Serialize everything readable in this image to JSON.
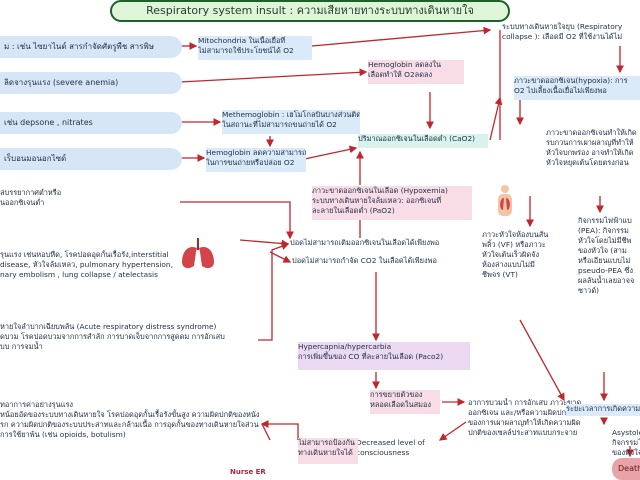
{
  "title": "Respiratory system insult : ความเสียหายทางระบบทางเดินหายใจ",
  "left_pills": [
    "ม : เช่น ไซยาไนด์ สารกำจัดศัตรูพืช สารพิษ",
    "ลิดจางรุนแรง (severe anemia)",
    "เช่น depsone , nitrates",
    "เร็บอนมอนอกไซด์"
  ],
  "left_texts": {
    "low_o2": "ล่บรรยากาศต่ำหรือ\nนออกซิเจนต่ำ",
    "lung_disease": "รุนแรง เช่นหอบหืด, โรคปอดอุดกั้นเรื้อรัง,interstitial\ndisease, หัวใจล้มเหลว, pulmonary hypertension,\nnary embolism , lung collapse / atelectasis",
    "ards": "หายใจลำบากเฉียบพลัน (Acute respiratory distress syndrome)\nดบวม โรคปอดบวมจากการสำลัก การบาดเจ็บจากการสูดดม การอักเสบ\nบบ การจมน้ำ",
    "neuro": "ทอาการค่าอย่างรุนแรง\nหน้อยอัดของระบบทางเดินหายใจ โรคปอดอุดกั้นเรื้อรังขั้นสูง ความผิดปกติของหนัง\nรก ความผิดปกติของระบบประสาทและกล้ามเนื้อ การอุดกั้นของทางเดินหายใจส่วน\nการใช้ยาพ้น (เช่น opioids, botulism)"
  },
  "boxes": {
    "mitochondria": "Mitochondria ในเนื้อเยื่อที่\nไม่สามารถใช้ประโยชน์ได้ O2",
    "hb_low": "Hemoglobin ลดลงใน\nเลือดทำให้ O2ลดลง",
    "methemoglobin": "Methemoglobin : เฮโมโกลบินบางส่วนติดอยู่\nในสถานะที่ไม่สามารถขนถ่ายได้ O2",
    "hb_capacity": "Hemoglobin ลดความสามารถ\nในการขนถ่ายหรือปล่อย O2",
    "cao2": "ปริมาณออกซิเจนในเลือดต่ำ (CaO2)",
    "hypoxemia": "ภาวะขาดออกซิเจนในเลือด (Hypoxemia)\nระบบทางเดินหายใจล้มเหลว: ออกซิเจนที่\nละลายในเลือดต่ำ (PaO2)",
    "cannot_o2": "ปอดไม่สามารถเติมออกซิเจนในเลือดได้เพียงพอ",
    "cannot_co2": "ปอดไม่สามารถกำจัด CO2 ในเลือดได้เพียงพอ",
    "hypercapnia": "Hypercapnia/hypercarbia\nการเพิ่มขึ้นของ CO ที่ละลายในเลือด (Paco2)",
    "vasodilation": "การขยายตัวของ\nหลอดเลือดในสมอง",
    "consciousness": "Decreased level of\nconsciousness",
    "airway": "ไม่สามารถป้องกัน\nทางเดินหายใจได้",
    "brain_edema": "อาการบวมน้ำ การอักเสบ ภาวะขาด\nออกซิเจน และ/หรือความผิดปกติ\nของการเผาผลาญทำให้เกิดความผิด\nปกติของเซลล์ประสาทแบบกระจาย",
    "resp_failure": "ระบบทางเดินหายใจยุบ (Respiratory\ncollapse ): เลือดมี O2 ที่ใช้งานได้ไม่",
    "hypoxia": "ภาวะขาดออกซิเจน(hypoxia): การ\nO2 ไปเลี้ยงเนื้อเยื่อไม่เพียงพอ",
    "myocardial": "ภาวะขาดออกซิเจนทำให้เกิด\nรบกวนการเผาผลาญที่ทำให้\nหัวใจบกพร่อง อาจทำให้เกิด\nหัวใจหยุดเต้นโดยตรงก่อน",
    "vf_vt": "ภาวะหัวใจห้องบนสั่น\nพลิ้ว (VF) หรือภาวะ\nหัวใจเต้นเร็วผิดจัง\nห้องล่างแบบไม่มี\nชีพจร (VT)",
    "pea": "กิจกรรมไฟฟ้าแบ\n(PEA): กิจกรรม\nหัวใจโดยไม่มีชีพ\nของหัวใจ (สาม\nหรือเอียนแบบไม่\npseudo-PEA ซึ่ง\nผลลันน้ำเลยอาจจ\nซาวด์)",
    "recovery": "ระยะเวลาการเกิดความ",
    "asystole": "Asystole\nกิจกรรมไฟ\nของหัวใจ",
    "nurse_badge": "Nurse ER",
    "death": "Death"
  },
  "colors": {
    "arrow": "#c0262d",
    "title_bg": "#dff5d7",
    "pill_bg": "#d7e6f7"
  }
}
